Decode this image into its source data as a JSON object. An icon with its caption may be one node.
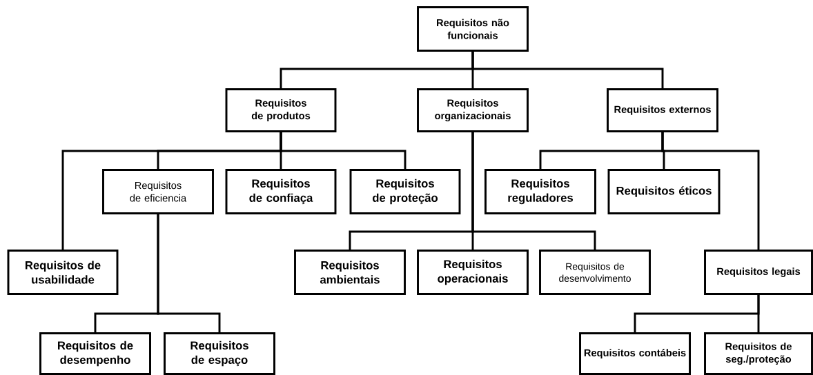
{
  "diagram": {
    "nodes": [
      {
        "text": [
          "Requisitos não funcionais"
        ]
      },
      {
        "text": [
          "Requisitos de produtos"
        ]
      },
      {
        "text": [
          "Requisitos organizacionais"
        ]
      },
      {
        "text": [
          "Requisitos externos"
        ]
      },
      {
        "text": [
          "Requisitos de usabilidade"
        ]
      },
      {
        "text": [
          "Requisitos de eficiencia"
        ]
      },
      {
        "text": [
          "Requisitos de confiaça"
        ]
      },
      {
        "text": [
          "Requisitos de proteção"
        ]
      },
      {
        "text": [
          "Requisitos reguladores"
        ]
      },
      {
        "text": [
          "Requisitos éticos"
        ]
      },
      {
        "text": [
          "Requisitos ambientais"
        ]
      },
      {
        "text": [
          "Requisitos operacionais"
        ]
      },
      {
        "text": [
          "Requisitos de desenvolvimento"
        ]
      },
      {
        "text": [
          "Requisitos legais"
        ]
      },
      {
        "text": [
          "Requisitos de desempenho"
        ]
      },
      {
        "text": [
          "Requisitos de espaço"
        ]
      },
      {
        "text": [
          "Requisitos contábeis"
        ]
      },
      {
        "text": [
          "Requisitos de seg./proteção"
        ]
      }
    ],
    "edges": [
      {
        "from": 0,
        "to": 1,
        "arrow": "none"
      },
      {
        "from": 0,
        "to": 2,
        "arrow": "none"
      },
      {
        "from": 0,
        "to": 3,
        "arrow": "none"
      },
      {
        "from": 1,
        "to": 4,
        "arrow": "none"
      },
      {
        "from": 1,
        "to": 5,
        "arrow": "none"
      },
      {
        "from": 1,
        "to": 6,
        "arrow": "none"
      },
      {
        "from": 1,
        "to": 7,
        "arrow": "none"
      },
      {
        "from": 3,
        "to": 8,
        "arrow": "none"
      },
      {
        "from": 3,
        "to": 9,
        "arrow": "none"
      },
      {
        "from": 3,
        "to": 13,
        "arrow": "none"
      },
      {
        "from": 2,
        "to": 10,
        "arrow": "none"
      },
      {
        "from": 2,
        "to": 11,
        "arrow": "none"
      },
      {
        "from": 2,
        "to": 12,
        "arrow": "none"
      },
      {
        "from": 5,
        "to": 14,
        "arrow": "none"
      },
      {
        "from": 5,
        "to": 15,
        "arrow": "none"
      },
      {
        "from": 13,
        "to": 16,
        "arrow": "none"
      },
      {
        "from": 13,
        "to": 17,
        "arrow": "none"
      }
    ]
  }
}
